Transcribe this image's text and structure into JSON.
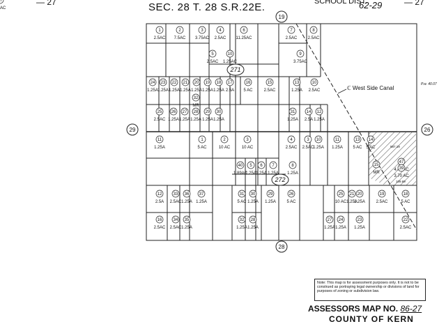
{
  "header": {
    "section_line": "SEC. 28  T. 28 S.R.22E.",
    "top_left": "— 27",
    "top_right_school": "SCHOOL DIST.",
    "top_right_code": "62-29",
    "top_right_page": "— 27"
  },
  "adjacent_pages": {
    "north": "19",
    "west": "29",
    "east": "26",
    "south": "28"
  },
  "circled_blocks": [
    "271",
    "272"
  ],
  "canal_label": "West Side Canal",
  "pm_label": "P.w. 40.07",
  "measurements": {
    "m1": "587.19",
    "m2": "109.69"
  },
  "parcels": [
    {
      "id": "1",
      "area": "2.5AC"
    },
    {
      "id": "2",
      "area": "7.5AC"
    },
    {
      "id": "3",
      "area": "3.75AC"
    },
    {
      "id": "4",
      "area": "2.5AC"
    },
    {
      "id": "6",
      "area": "11.25AC"
    },
    {
      "id": "7",
      "area": "2.5AC"
    },
    {
      "id": "8",
      "area": "2.5AC"
    },
    {
      "id": "5",
      "area": "2.5AC"
    },
    {
      "id": "10",
      "area": "1.25AC"
    },
    {
      "id": "9",
      "area": "3.75AC"
    },
    {
      "id": "24",
      "area": "1.25A"
    },
    {
      "id": "23",
      "area": "1.25A"
    },
    {
      "id": "22",
      "area": "1.25A"
    },
    {
      "id": "21",
      "area": "1.25A"
    },
    {
      "id": "20",
      "area": "1.25A"
    },
    {
      "id": "19",
      "area": "1.25A"
    },
    {
      "id": "18",
      "area": "1.25A"
    },
    {
      "id": "17",
      "area": "2.5A"
    },
    {
      "id": "16",
      "area": "5 AC"
    },
    {
      "id": "15",
      "area": "2.5AC"
    },
    {
      "id": "13",
      "area": "1.25A"
    },
    {
      "id": "10",
      "area": "2.5AC"
    },
    {
      "id": "32",
      "area": "MR"
    },
    {
      "id": "25",
      "area": "2.5AC"
    },
    {
      "id": "26",
      "area": "1.25A"
    },
    {
      "id": "27",
      "area": "1.25A"
    },
    {
      "id": "28",
      "area": "1.25A"
    },
    {
      "id": "29",
      "area": "1.25A"
    },
    {
      "id": "30",
      "area": "1.25A"
    },
    {
      "id": "31",
      "area": "1.25A"
    },
    {
      "id": "14",
      "area": "2.5A"
    },
    {
      "id": "12",
      "area": "1.25A"
    },
    {
      "id": "11",
      "area": "1.25A"
    },
    {
      "id": "1",
      "area": "5 AC"
    },
    {
      "id": "2",
      "area": "10 AC"
    },
    {
      "id": "3",
      "area": "10 AC"
    },
    {
      "id": "4",
      "area": "2.5AC"
    },
    {
      "id": "3",
      "area": "2.5AC"
    },
    {
      "id": "10",
      "area": "1.25A"
    },
    {
      "id": "11",
      "area": "1.25A"
    },
    {
      "id": "13",
      "area": "5 AC"
    },
    {
      "id": "14",
      "area": "5 AC"
    },
    {
      "id": "47",
      "area": "4.41 AC"
    },
    {
      "id": "39",
      "area": "3.70 AC"
    },
    {
      "id": "15",
      "area": "MR"
    },
    {
      "id": "40",
      "area": "1.89AC"
    },
    {
      "id": "5",
      "area": "1.25A"
    },
    {
      "id": "6",
      "area": "1.25A"
    },
    {
      "id": "7",
      "area": "1.25A"
    },
    {
      "id": "8",
      "area": "1.25A"
    },
    {
      "id": "12",
      "area": "2.5A"
    },
    {
      "id": "33",
      "area": "2.5AC"
    },
    {
      "id": "36",
      "area": "1.25A"
    },
    {
      "id": "37",
      "area": "1.25A"
    },
    {
      "id": "31",
      "area": "5 AC"
    },
    {
      "id": "30",
      "area": "1.25A"
    },
    {
      "id": "29",
      "area": "1.25A"
    },
    {
      "id": "26",
      "area": "5 AC"
    },
    {
      "id": "25",
      "area": "10 AC"
    },
    {
      "id": "21",
      "area": "1.25A"
    },
    {
      "id": "20",
      "area": "1.25A"
    },
    {
      "id": "19",
      "area": "2.5AC"
    },
    {
      "id": "18",
      "area": "5 AC"
    },
    {
      "id": "16",
      "area": "2.5AC"
    },
    {
      "id": "34",
      "area": "2.5AC"
    },
    {
      "id": "35",
      "area": "1.25A"
    },
    {
      "id": "32",
      "area": "1.25A"
    },
    {
      "id": "28",
      "area": "1.25A"
    },
    {
      "id": "27",
      "area": "1.25A"
    },
    {
      "id": "24",
      "area": "1.25A"
    },
    {
      "id": "23",
      "area": "1.25A"
    },
    {
      "id": "22",
      "area": "2.5AC"
    },
    {
      "id": "17",
      "area": "2.5AC"
    }
  ],
  "note": "Note: This map is for assessment purposes only. It is not to be construed as portraying legal ownership or divisions of land for purposes of zoning or subdivision law.",
  "assessor_label": "ASSESSORS MAP NO.",
  "assessor_number": "86-27",
  "county_label": "COUNTY OF KERN"
}
